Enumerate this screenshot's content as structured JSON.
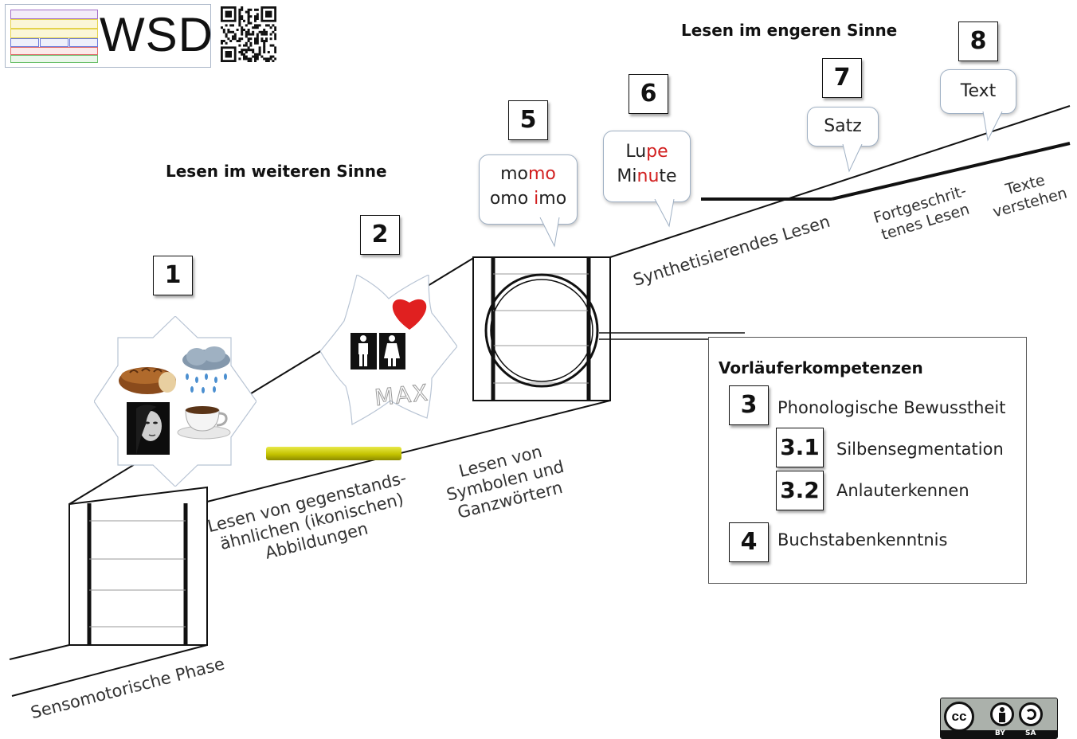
{
  "logo": {
    "text": "WSD"
  },
  "headings": {
    "wider": "Lesen im weiteren Sinne",
    "narrower": "Lesen im engeren Sinne"
  },
  "stages": {
    "sensomotorisch": "Sensomotorische Phase",
    "ikonisch": [
      "Lesen von gegenstands-",
      "ähnlichen (ikonischen)",
      "Abbildungen"
    ],
    "symbole": [
      "Lesen von",
      "Symbolen und",
      "Ganzwörtern"
    ],
    "synthetisierend": "Synthetisierendes Lesen",
    "fortgeschritten": [
      "Fortgeschrit-",
      "tenes Lesen"
    ],
    "verstehen": [
      "Texte",
      "verstehen"
    ]
  },
  "numbers": {
    "n1": "1",
    "n2": "2",
    "n5": "5",
    "n6": "6",
    "n7": "7",
    "n8": "8",
    "n3": "3",
    "n31": "3.1",
    "n32": "3.2",
    "n4": "4"
  },
  "bubbles": {
    "momo": {
      "l1a": "mo",
      "l1b": "mo",
      "l2a": "omo ",
      "l2b": "i",
      "l2c": "mo"
    },
    "lupe": {
      "l1a": "Lu",
      "l1b": "pe",
      "l2a": "Mi",
      "l2b": "nu",
      "l2c": "te"
    },
    "satz": "Satz",
    "text": "Text"
  },
  "icons": {
    "stage1": [
      "bread-icon",
      "rain-cloud-icon",
      "face-portrait-icon",
      "coffee-cup-icon"
    ],
    "stage2": [
      "restroom-sign-icon",
      "heart-icon"
    ],
    "stage2_word": "MAX"
  },
  "vorlaeufer": {
    "title": "Vorläuferkompetenzen",
    "phonologisch": "Phonologische Bewusstheit",
    "silben": "Silbensegmentation",
    "anlaut": "Anlauterkennen",
    "buchstaben": "Buchstabenkenntnis"
  },
  "license": {
    "cc": "cc",
    "by": "BY",
    "sa": "SA"
  },
  "colors": {
    "red_accent": "#d21f1f",
    "bar_yellow": "#c9c800",
    "bubble_border": "#9fb0c4",
    "line": "#111111"
  }
}
